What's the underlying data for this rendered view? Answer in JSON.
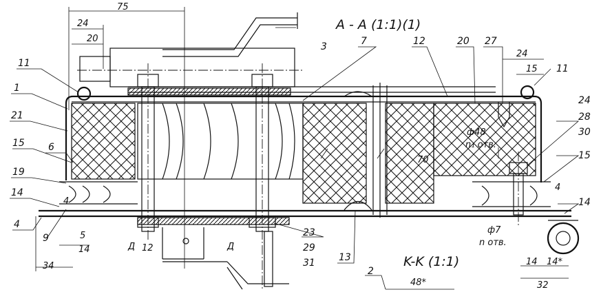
{
  "section_titles": {
    "aa": "A - A (1:1)(1)",
    "kk": "K-K (1:1)"
  },
  "dims": {
    "d75": "75",
    "d24a": "24",
    "d20": "20",
    "d24b": "24",
    "d15": "15",
    "d48": "ф48",
    "d48n": "n₁ отв.",
    "d70": "70",
    "d7": "ф7",
    "d7n": "n отв.",
    "d12": "12",
    "d5": "5",
    "d14a": "14",
    "d34": "34",
    "d14b": "14",
    "d14c": "14*",
    "d32": "32",
    "d48s": "48*",
    "d4a": "4",
    "d4b": "4",
    "section_mark": "Д",
    "section_mark2": "Д"
  },
  "leaders": {
    "l1": "1",
    "l2": "2",
    "l3": "3",
    "l4a": "4",
    "l6": "6",
    "l7": "7",
    "l9": "9",
    "l11a": "11",
    "l11b": "11",
    "l12": "12",
    "l13": "13",
    "l14a": "14",
    "l14b": "14",
    "l15a": "15",
    "l15b": "15",
    "l19": "19",
    "l20": "20",
    "l21": "21",
    "l23": "23",
    "l24": "24",
    "l27": "27",
    "l28": "28",
    "l29": "29",
    "l30": "30",
    "l31": "31"
  }
}
